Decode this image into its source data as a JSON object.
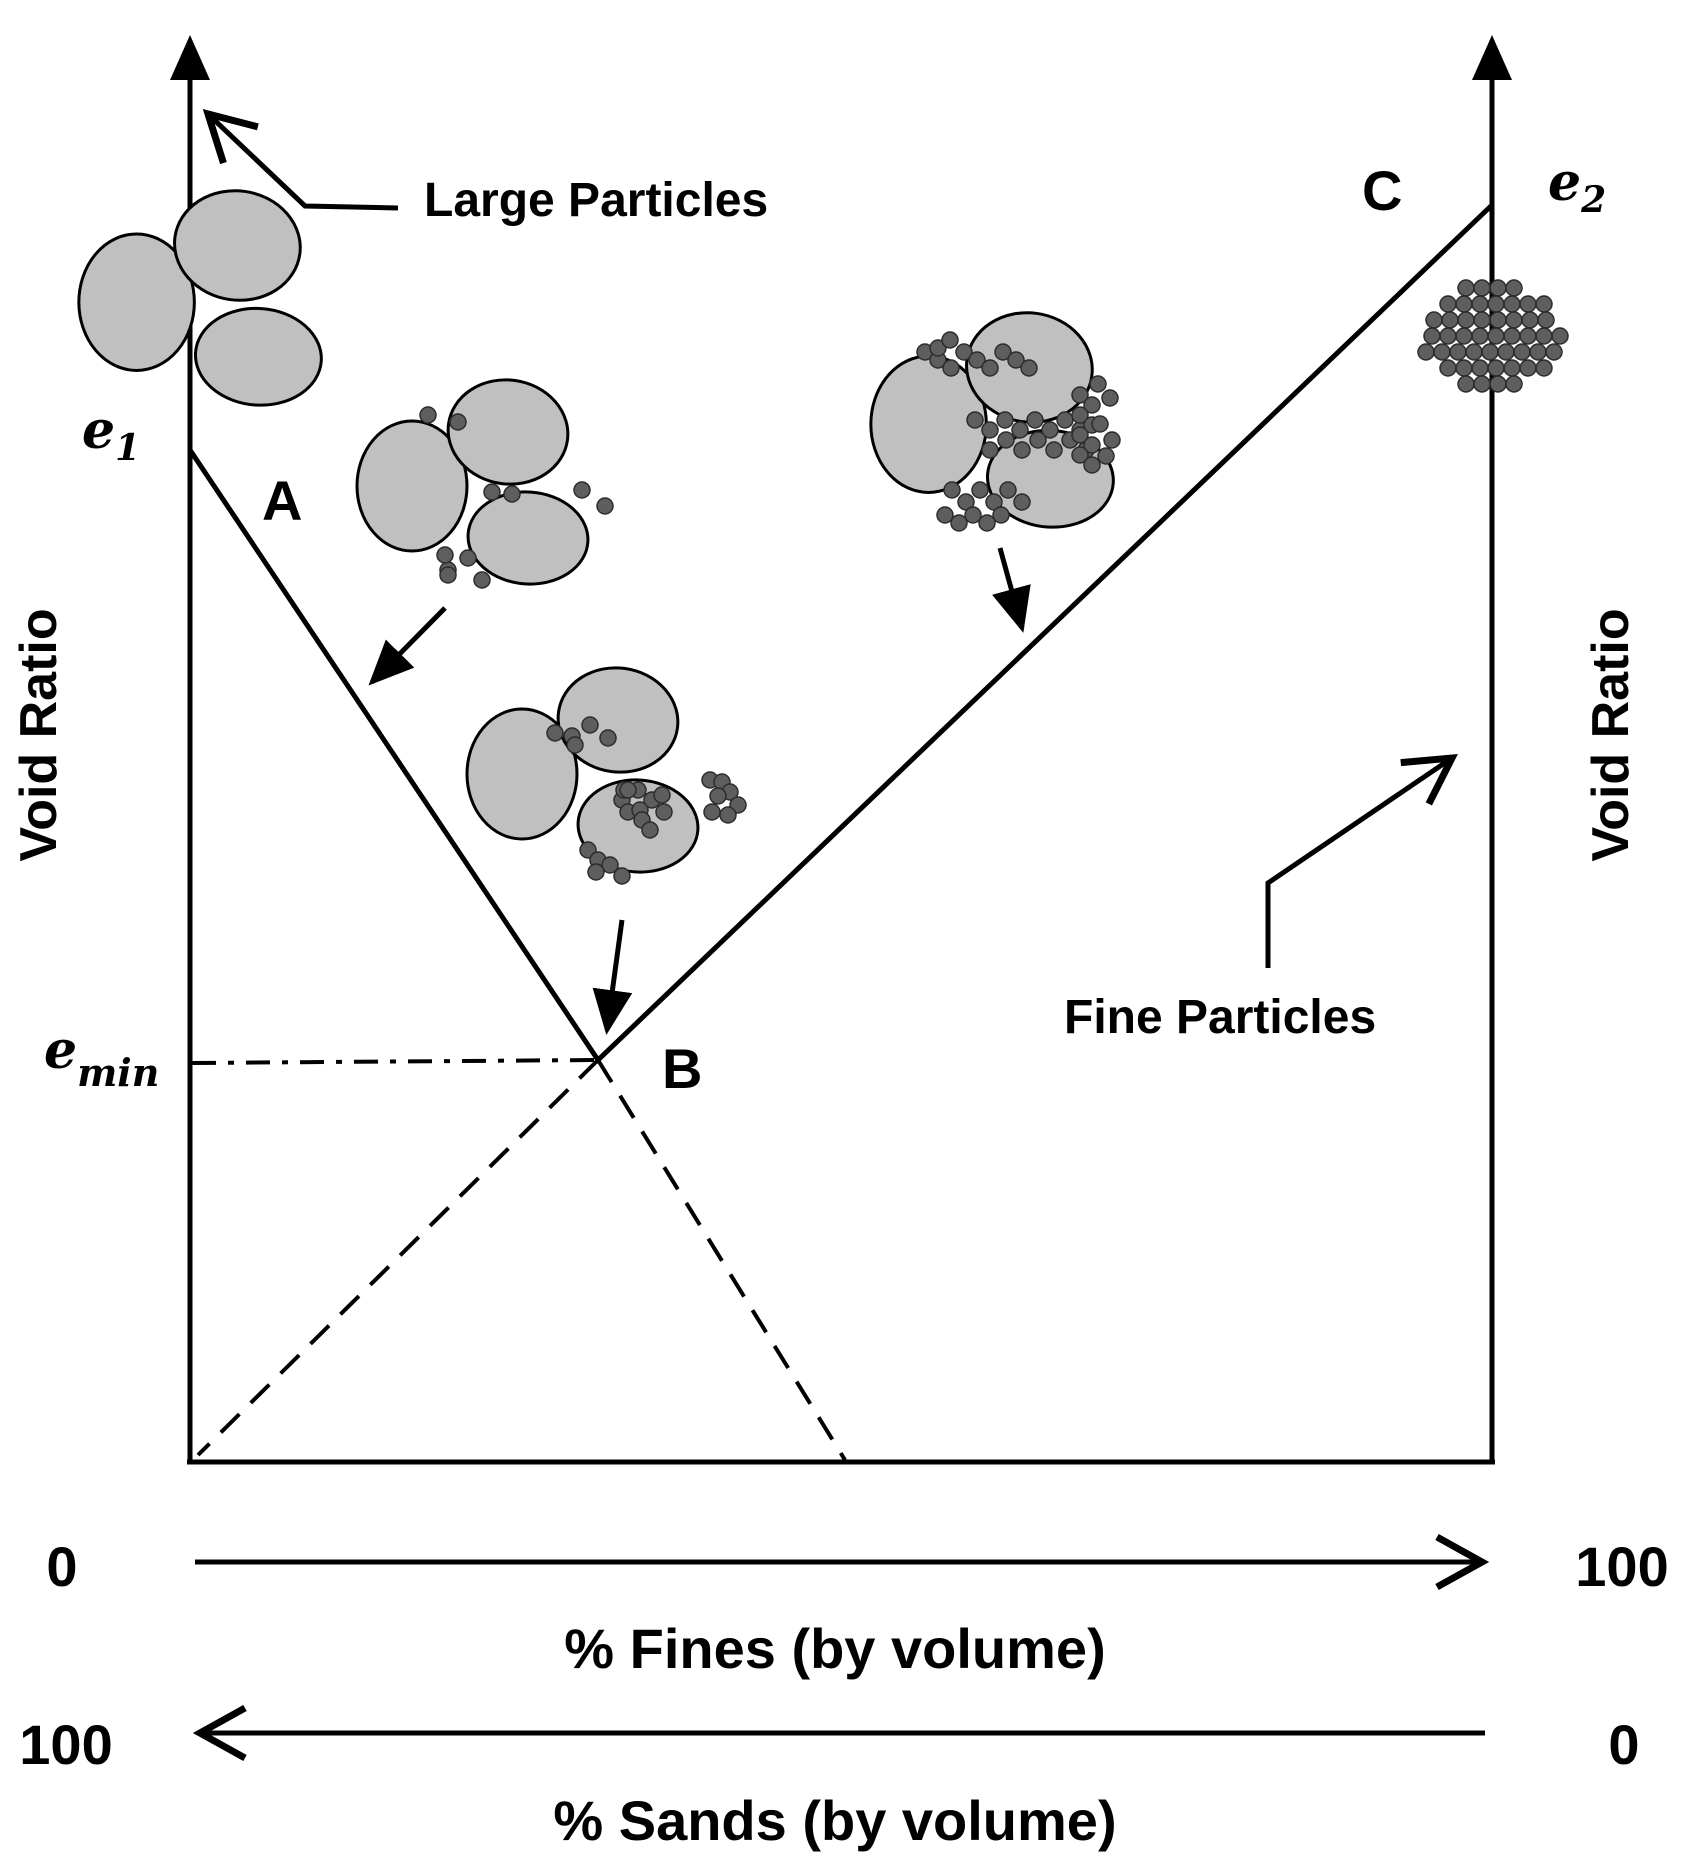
{
  "labels": {
    "large_particles": "Large Particles",
    "fine_particles": "Fine Particles",
    "point_a": "A",
    "point_b": "B",
    "point_c": "C",
    "e1_base": "e",
    "e1_sub": "1",
    "e2_base": "e",
    "e2_sub": "2",
    "emin_base": "e",
    "emin_sub": "min",
    "left_axis_title": "Void Ratio",
    "right_axis_title": "Void Ratio",
    "fines_axis_title": "% Fines (by volume)",
    "fines_start": "0",
    "fines_end": "100",
    "sands_axis_title": "% Sands (by volume)",
    "sands_start": "100",
    "sands_end": "0"
  },
  "colors": {
    "large_particle_fill": "#c0c0c0",
    "fine_particle_fill": "#5e5e5e",
    "line": "#000000"
  }
}
